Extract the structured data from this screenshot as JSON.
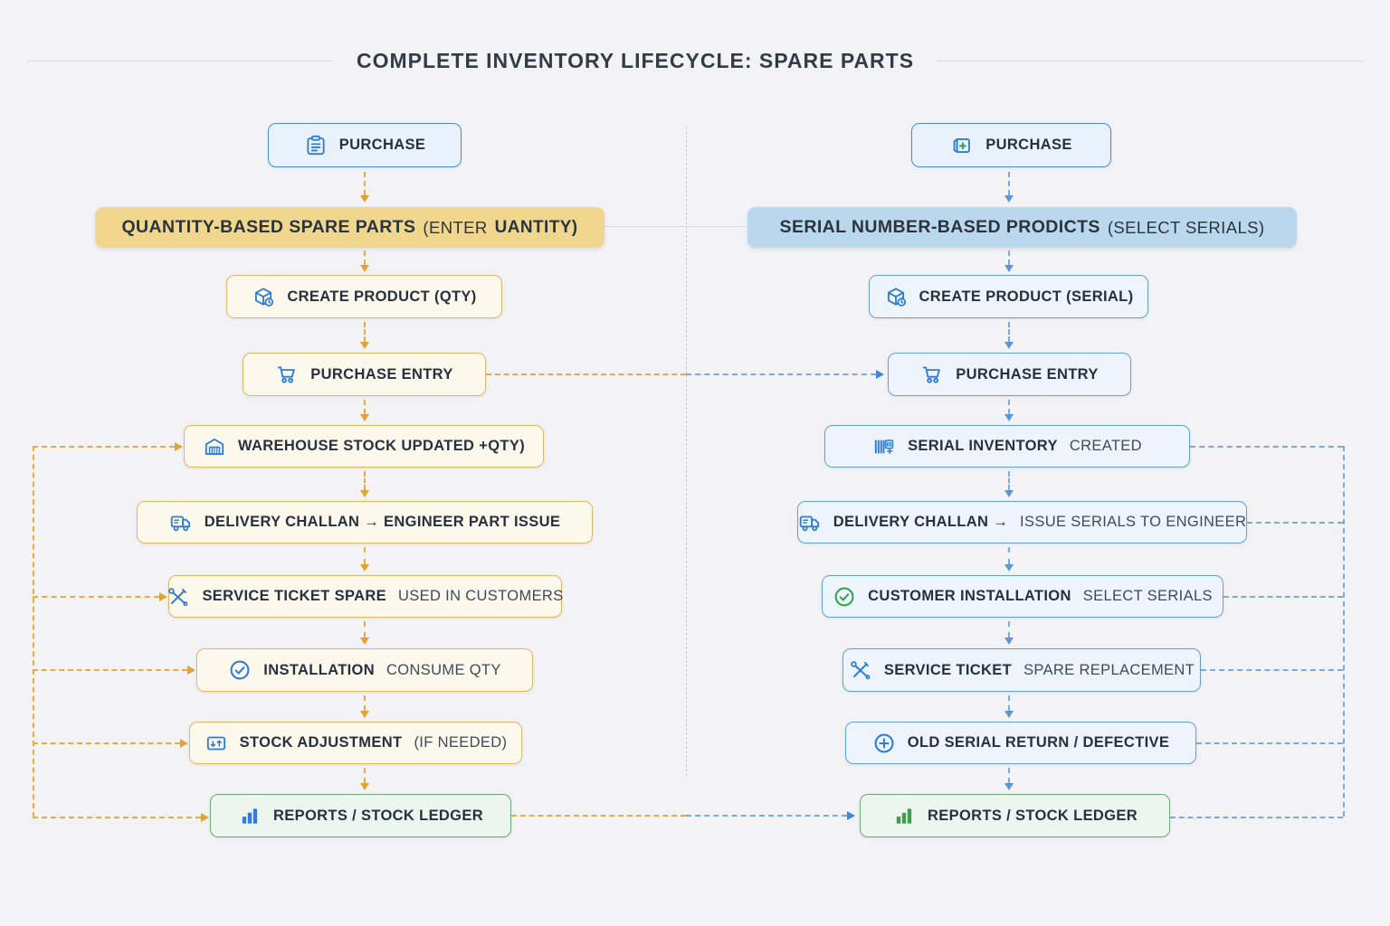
{
  "title": "COMPLETE INVENTORY LIFECYCLE: SPARE PARTS",
  "colors": {
    "background": "#f3f3f6",
    "yellow_banner": "#f1d78d",
    "blue_banner": "#b9d8ed",
    "yellow_box_bg": "#fdf8ec",
    "yellow_box_border": "#dcba62",
    "blue_box_bg": "#edf4fb",
    "blue_box_border": "#66a0d8",
    "green_box_bg": "#ecf5ee",
    "green_box_border": "#6fa87a",
    "gold_arrow": "#dfa33c",
    "blue_arrow": "#5e97d0",
    "icon_blue": "#2e7cd6",
    "icon_green": "#35a14c"
  },
  "left": {
    "purchase": {
      "label": "PURCHASE",
      "icon": "clipboard-icon"
    },
    "banner": {
      "primary": "QUANTITY-BASED SPARE PARTS",
      "secondary_normal": "(ENTER",
      "secondary_bold": "UANTITY)"
    },
    "create_product": {
      "primary": "CREATE PRODUCT (QTY)",
      "icon": "product-cube-icon"
    },
    "purchase_entry": {
      "primary": "PURCHASE ENTRY",
      "icon": "cart-icon"
    },
    "warehouse": {
      "primary": "WAREHOUSE STOCK UPDATED +QTY)",
      "icon": "warehouse-icon"
    },
    "delivery": {
      "primary": "DELIVERY CHALLAN → ENGINEER PART ISSUE",
      "icon": "truck-icon"
    },
    "service": {
      "primary": "SERVICE TICKET SPARE",
      "secondary": "USED IN CUSTOMERS",
      "icon": "tools-icon"
    },
    "installation": {
      "primary": "INSTALLATION",
      "secondary": "CONSUME QTY",
      "icon": "check-circle-icon"
    },
    "adjustment": {
      "primary": "STOCK ADJUSTMENT",
      "secondary": "(IF NEEDED)",
      "icon": "adjustment-icon"
    },
    "reports": {
      "primary": "REPORTS / STOCK LEDGER",
      "icon": "bar-chart-icon"
    }
  },
  "right": {
    "purchase": {
      "label": "PURCHASE",
      "icon": "box-plus-icon"
    },
    "banner": {
      "primary": "SERIAL NUMBER-BASED PRODICTS",
      "secondary": "(SELECT SERIALS)"
    },
    "create_product": {
      "primary": "CREATE PRODUCT (SERIAL)",
      "icon": "product-cube-icon"
    },
    "purchase_entry": {
      "primary": "PURCHASE ENTRY",
      "icon": "cart-icon"
    },
    "serial_inventory": {
      "primary": "SERIAL INVENTORY",
      "secondary": "CREATED",
      "icon": "barcode-icon"
    },
    "delivery": {
      "primary": "DELIVERY CHALLAN →",
      "secondary": "ISSUE SERIALS TO ENGINEER",
      "icon": "truck-icon"
    },
    "customer_installation": {
      "primary": "CUSTOMER INSTALLATION",
      "secondary": "SELECT SERIALS",
      "icon": "check-circle-icon"
    },
    "service": {
      "primary": "SERVICE TICKET",
      "secondary": "SPARE REPLACEMENT",
      "icon": "tools-icon"
    },
    "old_serial_return": {
      "primary": "OLD SERIAL RETURN / DEFECTIVE",
      "icon": "plus-circle-icon"
    },
    "reports": {
      "primary": "REPORTS / STOCK LEDGER",
      "icon": "bar-chart-icon"
    }
  },
  "edges": {
    "left_column_flow": [
      "purchase→banner",
      "banner→create_product",
      "create_product→purchase_entry",
      "purchase_entry→warehouse",
      "warehouse→delivery",
      "delivery→service",
      "service→installation",
      "installation→adjustment",
      "adjustment→reports"
    ],
    "left_bus_arrow_targets": [
      "warehouse",
      "service",
      "installation",
      "adjustment",
      "reports"
    ],
    "right_column_flow": [
      "purchase→banner",
      "banner→create_product",
      "create_product→purchase_entry",
      "purchase_entry→serial_inventory",
      "serial_inventory→delivery",
      "delivery→customer_installation",
      "customer_installation→service",
      "service→old_serial_return",
      "old_serial_return→reports"
    ],
    "right_bus_sources": [
      "serial_inventory",
      "delivery",
      "customer_installation",
      "service",
      "old_serial_return",
      "reports"
    ],
    "cross_links": [
      "left.purchase_entry→right.purchase_entry",
      "left.reports→right.reports"
    ]
  }
}
